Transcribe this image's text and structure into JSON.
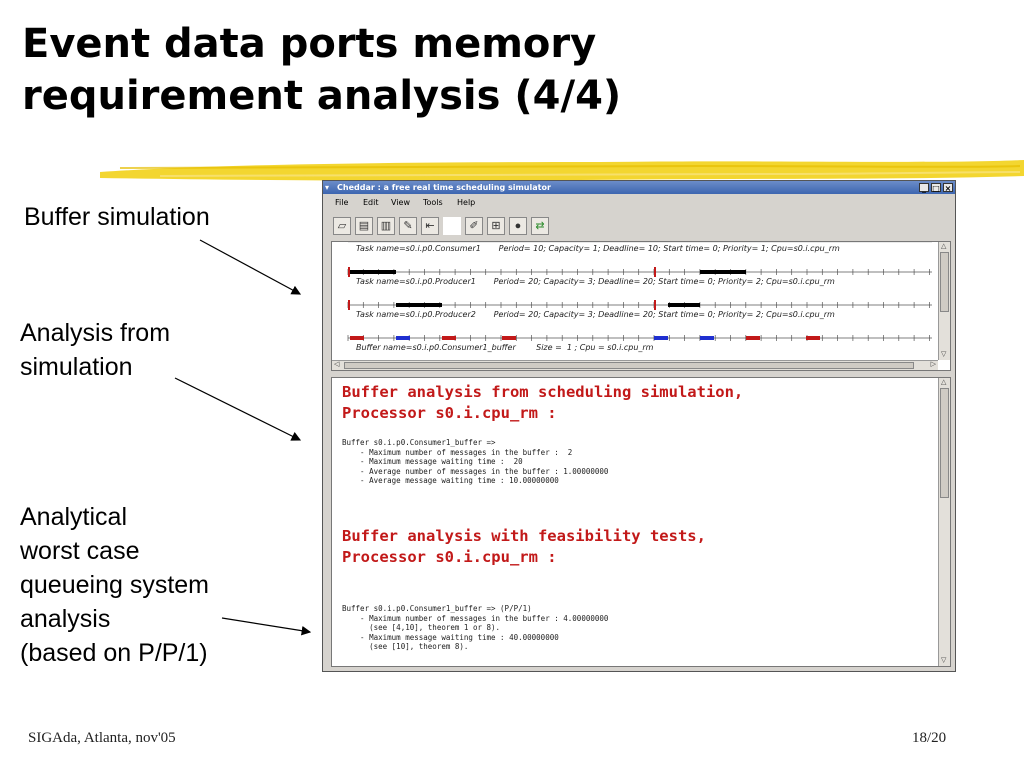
{
  "slide": {
    "title": "Event data ports memory requirement analysis (4/4)",
    "labels": {
      "buffer_simulation": "Buffer simulation",
      "analysis_from_simulation": "Analysis from\nsimulation",
      "analytical": "Analytical\nworst case\nqueueing system\nanalysis\n(based on P/P/1)"
    },
    "footer_left": "SIGAda, Atlanta, nov'05",
    "footer_right": "18/20",
    "colors": {
      "accent_brush": "#f2d21a",
      "result_text": "#c21919"
    }
  },
  "window": {
    "title": "Cheddar : a free real time scheduling simulator",
    "controls": {
      "minimize": "_",
      "maximize": "□",
      "close": "×"
    },
    "menu": [
      "File",
      "Edit",
      "View",
      "Tools",
      "Help"
    ],
    "toolbar_icons": [
      "new-file-icon",
      "open-file-icon",
      "save-file-icon",
      "edit-icon",
      "exit-icon",
      "blank-icon",
      "draw-icon",
      "graph-icon",
      "globe-icon",
      "arrows-icon"
    ],
    "timeline": {
      "rows": [
        {
          "name": "Task name=s0.i.p0.Consumer1",
          "params": "Period= 10; Capacity= 1; Deadline= 10; Start time= 0; Priority= 1; Cpu=s0.i.cpu_rm"
        },
        {
          "name": "Task name=s0.i.p0.Producer1",
          "params": "Period= 20; Capacity= 3; Deadline= 20; Start time= 0; Priority= 2; Cpu=s0.i.cpu_rm"
        },
        {
          "name": "Task name=s0.i.p0.Producer2",
          "params": "Period= 20; Capacity= 3; Deadline= 20; Start time= 0; Priority= 2; Cpu=s0.i.cpu_rm"
        },
        {
          "name": "Buffer name=s0.i.p0.Consumer1_buffer",
          "params": "Size =  1 ; Cpu = s0.i.cpu_rm"
        }
      ]
    },
    "results": {
      "simulation_heading": "Buffer analysis from scheduling simulation,\nProcessor s0.i.cpu_rm :",
      "simulation_detail": "Buffer s0.i.p0.Consumer1_buffer =>\n    - Maximum number of messages in the buffer :  2\n    - Maximum message waiting time :  20\n    - Average number of messages in the buffer : 1.00000000\n    - Average message waiting time : 10.00000000",
      "feasibility_heading": "Buffer analysis with feasibility tests,\nProcessor s0.i.cpu_rm :",
      "feasibility_detail": "Buffer s0.i.p0.Consumer1_buffer => (P/P/1)\n    - Maximum number of messages in the buffer : 4.00000000\n      (see [4,10], theorem 1 or 8).\n    - Maximum message waiting time : 40.00000000\n      (see [10], theorem 8)."
    }
  }
}
